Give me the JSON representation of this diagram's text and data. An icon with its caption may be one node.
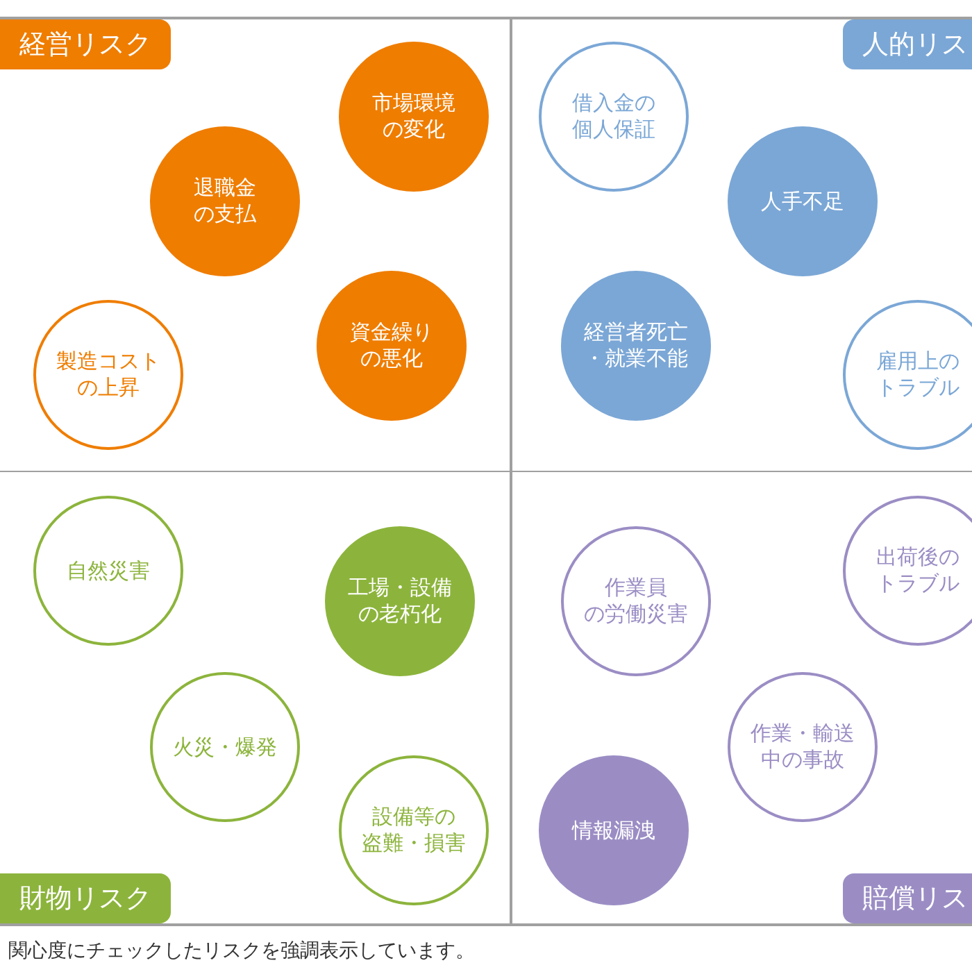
{
  "diagram": {
    "caption": "関心度にチェックしたリスクを強調表示しています。",
    "nodes": [
      {
        "text": [
          "経営リスク"
        ]
      },
      {
        "text": [
          "市場環境の変化"
        ],
        "in": 0
      },
      {
        "text": [
          "退職金の支払"
        ],
        "in": 0
      },
      {
        "text": [
          "資金繰りの悪化"
        ],
        "in": 0
      },
      {
        "text": [
          "製造コストの上昇"
        ],
        "in": 0
      },
      {
        "text": [
          "人的リス"
        ]
      },
      {
        "text": [
          "借入金の個人保証"
        ],
        "in": 5
      },
      {
        "text": [
          "人手不足"
        ],
        "in": 5
      },
      {
        "text": [
          "経営者死亡・就業不能"
        ],
        "in": 5
      },
      {
        "text": [
          "雇用上のトラブル"
        ],
        "in": 5
      },
      {
        "text": [
          "財物リスク"
        ]
      },
      {
        "text": [
          "自然災害"
        ],
        "in": 10
      },
      {
        "text": [
          "工場・設備の老朽化"
        ],
        "in": 10
      },
      {
        "text": [
          "火災・爆発"
        ],
        "in": 10
      },
      {
        "text": [
          "設備等の盗難・損害"
        ],
        "in": 10
      },
      {
        "text": [
          "賠償リス"
        ]
      },
      {
        "text": [
          "出荷後のトラブル"
        ],
        "in": 15
      },
      {
        "text": [
          "作業員の労働災害"
        ],
        "in": 15
      },
      {
        "text": [
          "作業・輸送中の事故"
        ],
        "in": 15
      },
      {
        "text": [
          "情報漏洩"
        ],
        "in": 15
      }
    ]
  }
}
